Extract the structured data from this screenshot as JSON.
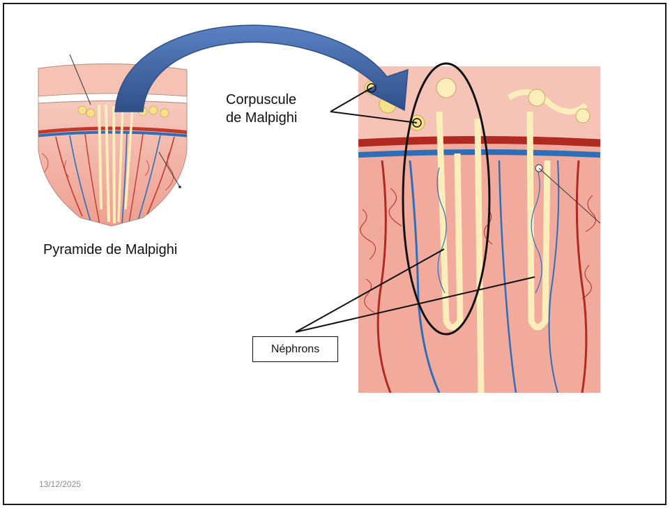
{
  "slide": {
    "pyramid_caption": "Pyramide de Malpighi",
    "corpuscle_label_line1": "Corpuscule",
    "corpuscle_label_line2": "de Malpighi",
    "nephrons_label": "Néphrons",
    "date": "13/12/2025"
  },
  "colors": {
    "arrow": "#4a6fb0",
    "arrow_dark": "#2f4f88",
    "tissue": "#f2b0a2",
    "artery": "#c0392b",
    "vein": "#2c6fb8",
    "tubule": "#fbeebb"
  }
}
